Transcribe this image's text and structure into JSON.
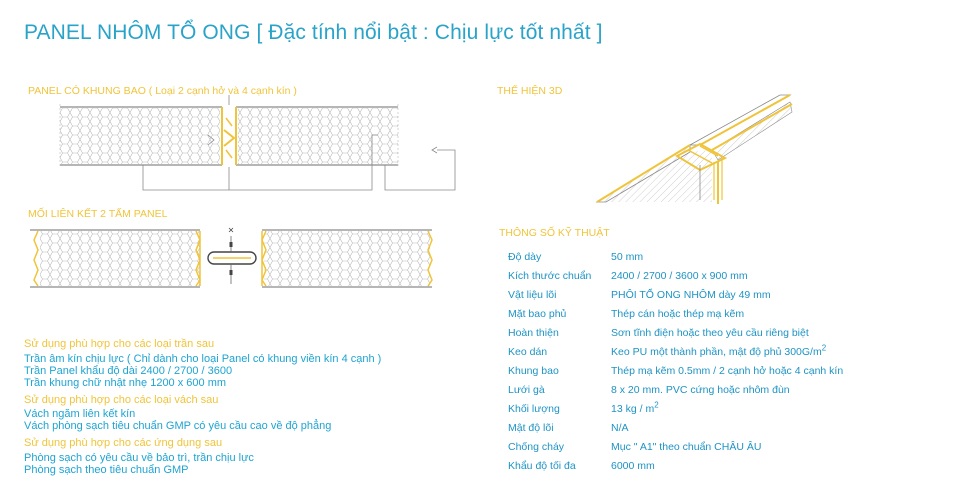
{
  "title": "PANEL NHÔM TỔ ONG [ Đặc tính nổi bật : Chịu lực tốt nhất ]",
  "sections": {
    "frame": "PANEL CÓ KHUNG BAO ( Loại 2 cạnh hở và 4 cạnh kín )",
    "link": "MỐI LIÊN KẾT 2 TẤM PANEL",
    "view3d": "THỂ HIỆN 3D",
    "specs": "THÔNG SỐ KỸ THUẬT"
  },
  "usage": [
    {
      "heading": "Sử dụng phù hợp cho các loại trần sau",
      "lines": [
        "Trần âm kín chịu lực ( Chỉ dành cho loại Panel có khung viền kín 4 cạnh )",
        "Trần Panel khẩu độ dài 2400 / 2700 / 3600",
        "Trần khung chữ nhật nhẹ 1200 x 600 mm"
      ]
    },
    {
      "heading": "Sử dụng phù hợp cho các loại vách sau",
      "lines": [
        "Vách ngăm liên kết kín",
        "Vách phòng sạch tiêu chuẩn GMP có yêu cầu cao về độ phẳng"
      ]
    },
    {
      "heading": "Sử dụng phù hợp cho các ứng dụng sau",
      "lines": [
        "Phòng sạch có yêu cầu về bảo trì, trần chịu lực",
        "Phòng sạch theo tiêu chuẩn GMP"
      ]
    }
  ],
  "specs": [
    {
      "key": "Độ dày",
      "value": "50 mm"
    },
    {
      "key": "Kích thước chuẩn",
      "value": "2400 / 2700 / 3600 x 900 mm"
    },
    {
      "key": "Vật liệu lõi",
      "value": "PHÔI TỔ ONG NHÔM dày 49 mm"
    },
    {
      "key": "Mặt bao phủ",
      "value": "Thép cán hoặc thép mạ kẽm"
    },
    {
      "key": "Hoàn thiện",
      "value": "Sơn tĩnh điện hoặc theo yêu cầu riêng biệt"
    },
    {
      "key": "Keo dán",
      "value": "Keo PU một thành phần, mật độ phủ 300G/m",
      "sup": "2"
    },
    {
      "key": "Khung bao",
      "value": "Thép mạ kẽm 0.5mm / 2 cạnh hở hoặc 4 cạnh kín"
    },
    {
      "key": "Lưới gà",
      "value": "8 x 20 mm. PVC cứng hoặc nhôm đùn"
    },
    {
      "key": "Khối lượng",
      "value": "13 kg / m",
      "sup": "2"
    },
    {
      "key": "Mật độ lõi",
      "value": "N/A"
    },
    {
      "key": "Chống cháy",
      "value": "Mục \" A1\" theo chuẩn CHÂU ÂU"
    },
    {
      "key": "Khẩu độ tối đa",
      "value": "6000 mm"
    }
  ],
  "colors": {
    "title": "#2aa3c9",
    "accent_yellow": "#f0c43a",
    "text_blue": "#1ea4d2",
    "line_gray": "#8a8a8a"
  }
}
